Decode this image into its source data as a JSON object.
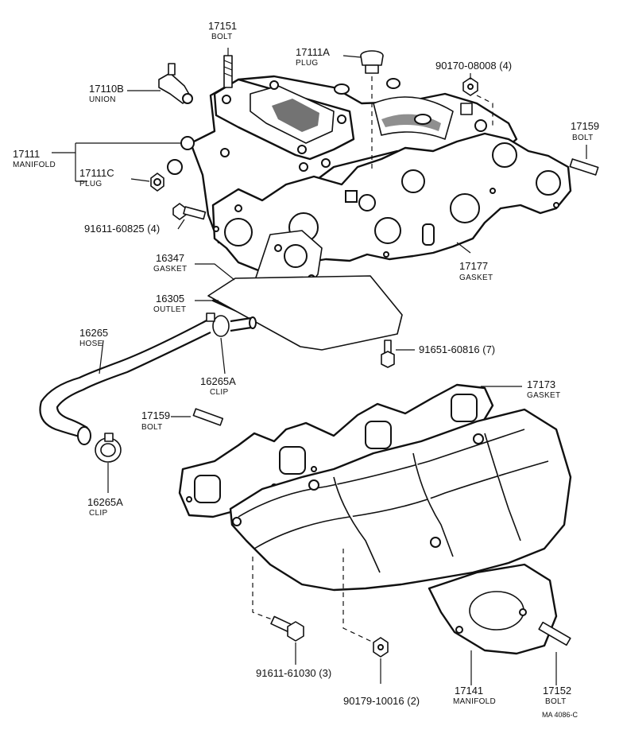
{
  "diagram": {
    "drawing_code": "MA  4086-C",
    "parts": [
      {
        "id": "bolt-17151",
        "number": "17151",
        "name": "BOLT"
      },
      {
        "id": "plug-17111a",
        "number": "17111A",
        "name": "PLUG"
      },
      {
        "id": "nut-90170",
        "number": "90170-08008 (4)",
        "name": ""
      },
      {
        "id": "union-17110b",
        "number": "17110B",
        "name": "UNION"
      },
      {
        "id": "manifold-17111",
        "number": "17111",
        "name": "MANIFOLD"
      },
      {
        "id": "plug-17111c",
        "number": "17111C",
        "name": "PLUG"
      },
      {
        "id": "bolt-17159-top",
        "number": "17159",
        "name": "BOLT"
      },
      {
        "id": "bolt-91611-60825",
        "number": "91611-60825 (4)",
        "name": ""
      },
      {
        "id": "gasket-16347",
        "number": "16347",
        "name": "GASKET"
      },
      {
        "id": "gasket-17177",
        "number": "17177",
        "name": "GASKET"
      },
      {
        "id": "outlet-16305",
        "number": "16305",
        "name": "OUTLET"
      },
      {
        "id": "hose-16265",
        "number": "16265",
        "name": "HOSE"
      },
      {
        "id": "bolt-91651-60816",
        "number": "91651-60816 (7)",
        "name": ""
      },
      {
        "id": "clip-16265a-top",
        "number": "16265A",
        "name": "CLIP"
      },
      {
        "id": "gasket-17173",
        "number": "17173",
        "name": "GASKET"
      },
      {
        "id": "bolt-17159-mid",
        "number": "17159",
        "name": "BOLT"
      },
      {
        "id": "clip-16265a-bottom",
        "number": "16265A",
        "name": "CLIP"
      },
      {
        "id": "bolt-91611-61030",
        "number": "91611-61030 (3)",
        "name": ""
      },
      {
        "id": "nut-90179",
        "number": "90179-10016 (2)",
        "name": ""
      },
      {
        "id": "manifold-17141",
        "number": "17141",
        "name": "MANIFOLD"
      },
      {
        "id": "bolt-17152",
        "number": "17152",
        "name": "BOLT"
      }
    ]
  }
}
